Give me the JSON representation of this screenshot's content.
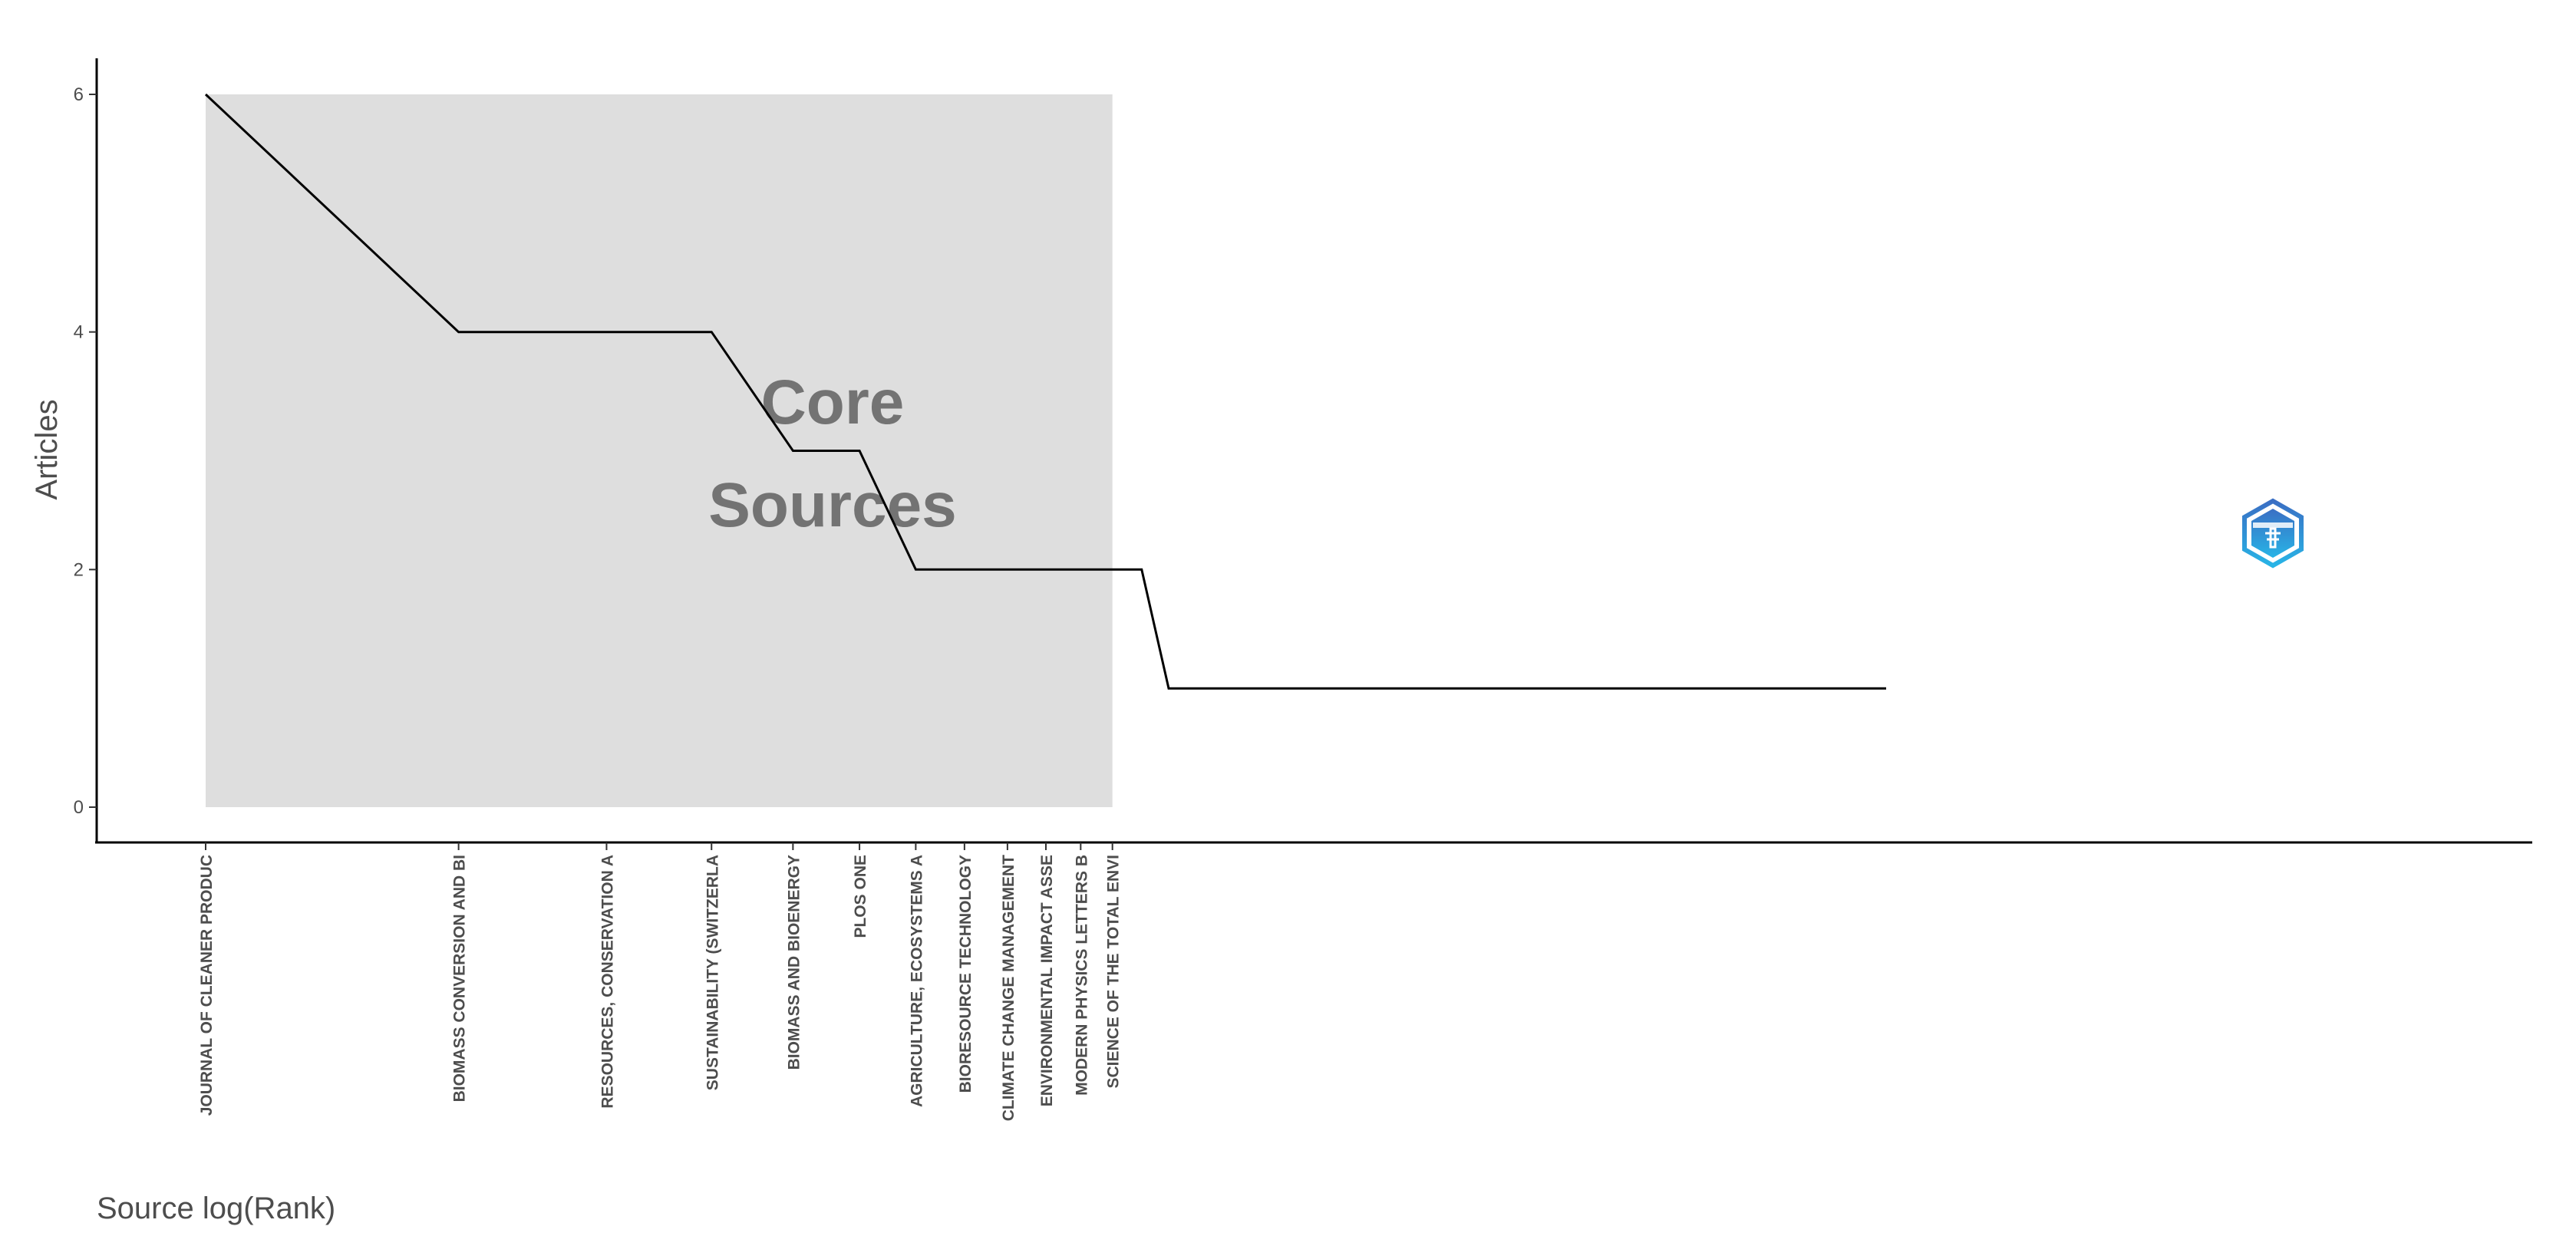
{
  "chart_data": {
    "type": "line",
    "xlabel": "Source log(Rank)",
    "ylabel": "Articles",
    "ylim": [
      0,
      6
    ],
    "yticks": [
      0,
      2,
      4,
      6
    ],
    "x_scale": "log",
    "grid": false,
    "core_zone_label": [
      "Core",
      "Sources"
    ],
    "core_zone": {
      "from_rank": 1,
      "to_rank": 12,
      "ymin": 0,
      "ymax": 6,
      "color": "#dedede"
    },
    "line_color": "#000000",
    "tick_sources": [
      "JOURNAL OF CLEANER PRODUC",
      "BIOMASS CONVERSION AND BI",
      "RESOURCES, CONSERVATION A",
      "SUSTAINABILITY (SWITZERLA",
      "BIOMASS AND BIOENERGY",
      "PLOS ONE",
      "AGRICULTURE, ECOSYSTEMS A",
      "BIORESOURCE TECHNOLOGY",
      "CLIMATE CHANGE MANAGEMENT",
      "ENVIRONMENTAL IMPACT ASSE",
      "MODERN PHYSICS LETTERS B",
      "SCIENCE OF THE TOTAL ENVI"
    ],
    "series": [
      {
        "points": [
          {
            "rank": 1,
            "articles": 6
          },
          {
            "rank": 2,
            "articles": 4
          },
          {
            "rank": 3,
            "articles": 4
          },
          {
            "rank": 4,
            "articles": 4
          },
          {
            "rank": 5,
            "articles": 3
          },
          {
            "rank": 6,
            "articles": 3
          },
          {
            "rank": 7,
            "articles": 2
          },
          {
            "rank": 8,
            "articles": 2
          },
          {
            "rank": 9,
            "articles": 2
          },
          {
            "rank": 10,
            "articles": 2
          },
          {
            "rank": 11,
            "articles": 2
          },
          {
            "rank": 12,
            "articles": 2
          },
          {
            "rank": 13,
            "articles": 2
          },
          {
            "rank": 14,
            "articles": 1
          },
          {
            "rank": 100,
            "articles": 1
          }
        ]
      }
    ]
  },
  "logo": {
    "icon": "bibliometrix-hexagon-logo-icon",
    "color_top": "#3a6fc4",
    "color_bottom": "#28b4e6"
  }
}
